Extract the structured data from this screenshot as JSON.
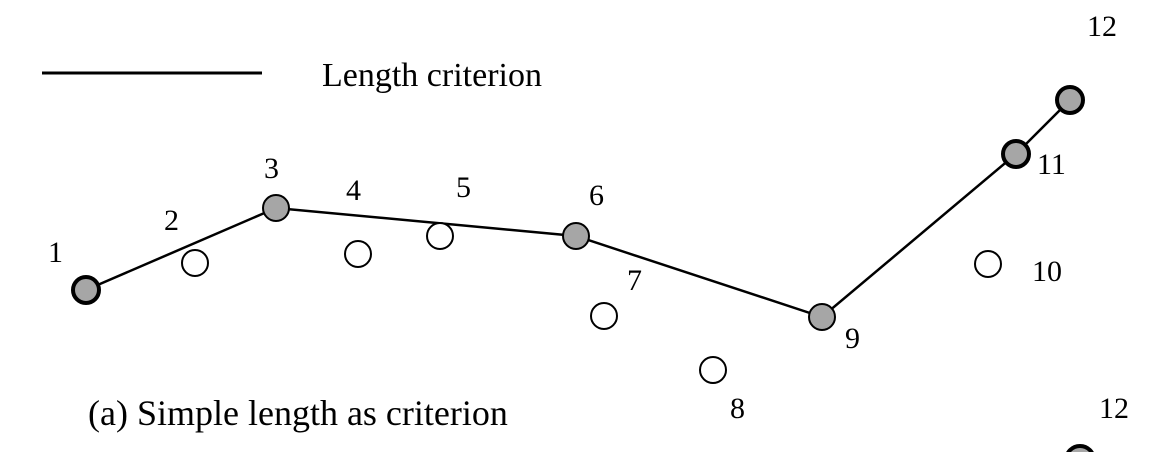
{
  "legend": {
    "label": "Length criterion"
  },
  "caption": "(a) Simple length as criterion",
  "points": [
    {
      "id": "1",
      "label": "1",
      "selected": true,
      "bold_outline": true
    },
    {
      "id": "2",
      "label": "2",
      "selected": false,
      "bold_outline": false
    },
    {
      "id": "3",
      "label": "3",
      "selected": true,
      "bold_outline": false
    },
    {
      "id": "4",
      "label": "4",
      "selected": false,
      "bold_outline": false
    },
    {
      "id": "5",
      "label": "5",
      "selected": false,
      "bold_outline": false
    },
    {
      "id": "6",
      "label": "6",
      "selected": true,
      "bold_outline": false
    },
    {
      "id": "7",
      "label": "7",
      "selected": false,
      "bold_outline": false
    },
    {
      "id": "8",
      "label": "8",
      "selected": false,
      "bold_outline": false
    },
    {
      "id": "9",
      "label": "9",
      "selected": true,
      "bold_outline": false
    },
    {
      "id": "10",
      "label": "10",
      "selected": false,
      "bold_outline": false
    },
    {
      "id": "11",
      "label": "11",
      "selected": true,
      "bold_outline": true
    },
    {
      "id": "12",
      "label": "12",
      "selected": true,
      "bold_outline": true
    }
  ],
  "path": [
    "1",
    "3",
    "6",
    "9",
    "11",
    "12"
  ],
  "next_figure": {
    "label": "12"
  },
  "colors": {
    "selected_fill": "#a6a6a6",
    "unselected_fill": "#ffffff",
    "stroke": "#000000"
  }
}
